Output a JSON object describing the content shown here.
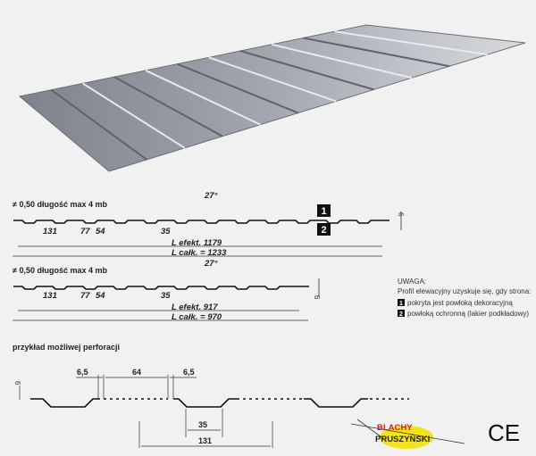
{
  "profile_top": {
    "thickness_label": "≠ 0,50   długość max 4 mb",
    "angle": "27°",
    "dims": [
      "131",
      "77",
      "54",
      "35"
    ],
    "height": "6",
    "l_eff": "L efekt. 1179",
    "l_total": "L całk. = 1233",
    "side_markers": [
      "1",
      "2"
    ]
  },
  "profile_bottom": {
    "thickness_label": "≠ 0,50   długość max 4 mb",
    "angle": "27°",
    "dims": [
      "131",
      "77",
      "54",
      "35"
    ],
    "height": "6",
    "l_eff": "L efekt. 917",
    "l_total": "L całk. = 970"
  },
  "note": {
    "title": "UWAGA:",
    "text": "Profil elewacyjny uzyskuje się, gdy strona:",
    "items": [
      {
        "num": "1",
        "label": "pokryta jest powłoką dekoracyjną"
      },
      {
        "num": "2",
        "label": "powłoką ochronną (lakier podkładowy)"
      }
    ]
  },
  "perforation": {
    "title": "przykład możliwej perforacji",
    "dims": [
      "6,5",
      "64",
      "6,5",
      "35",
      "131"
    ],
    "height": "6"
  },
  "logo": {
    "line1": "BLACHY",
    "line2": "PRUSZYŃSKI"
  },
  "ce_mark": "CE",
  "colors": {
    "sheet": "#8f939c",
    "logo_red": "#d0202a",
    "logo_yellow": "#f4e21a"
  }
}
